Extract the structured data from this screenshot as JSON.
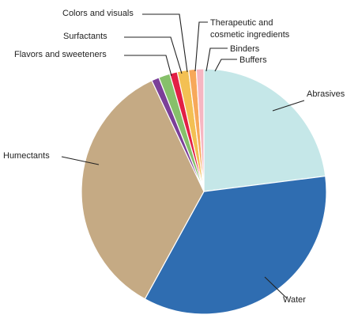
{
  "chart_data": {
    "type": "pie",
    "title": "",
    "categories": [
      "Abrasives",
      "Water",
      "Humectants",
      "Flavors and sweeteners",
      "Surfactants",
      "Colors and visuals",
      "Therapeutic and cosmetic ingredients",
      "Binders",
      "Buffers"
    ],
    "label_lines": [
      [
        "Abrasives"
      ],
      [
        "Water"
      ],
      [
        "Humectants"
      ],
      [
        "Flavors and sweeteners"
      ],
      [
        "Surfactants"
      ],
      [
        "Colors and visuals"
      ],
      [
        "Therapeutic and",
        "cosmetic ingredients"
      ],
      [
        "Binders"
      ],
      [
        "Buffers"
      ]
    ],
    "values": [
      23,
      35,
      35,
      1,
      1.5,
      1,
      1.5,
      1,
      1
    ],
    "colors": [
      "#c5e7e8",
      "#2f6db1",
      "#c5aa84",
      "#7b3f98",
      "#86c06a",
      "#e21f45",
      "#f3c053",
      "#f7a85a",
      "#f6b6c2"
    ],
    "start_angle_deg": 90,
    "direction": "clockwise",
    "legend": "none",
    "labels_placement": "outside with leader lines"
  }
}
